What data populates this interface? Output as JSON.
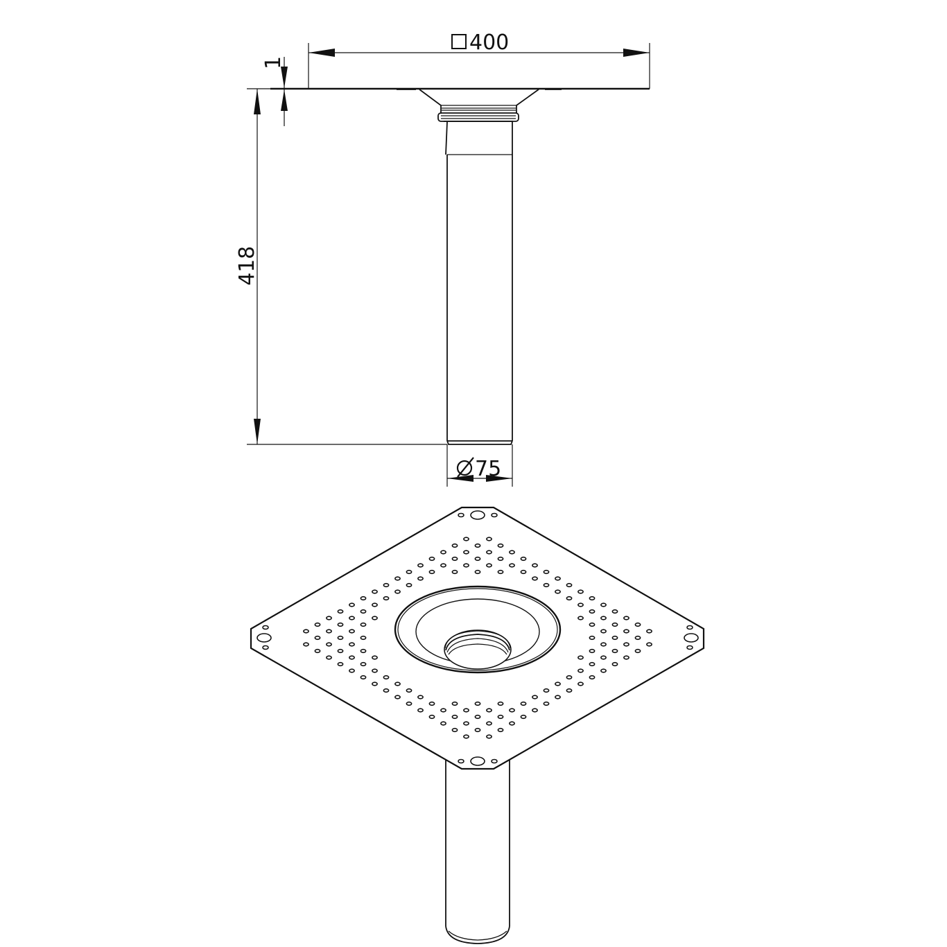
{
  "drawing": {
    "type": "technical-drawing",
    "subject": "roof drain flange with downpipe",
    "views": [
      "side-elevation",
      "isometric"
    ]
  },
  "dimensions": {
    "flange_width": {
      "symbol": "square",
      "label": "□400",
      "value": 400
    },
    "flange_thickness": {
      "label": "1",
      "value": 1
    },
    "overall_height": {
      "label": "418",
      "value": 418
    },
    "pipe_diameter": {
      "symbol": "diameter",
      "label": "Ø75",
      "value": 75
    }
  },
  "colors": {
    "line": "#111111",
    "background": "#ffffff"
  }
}
